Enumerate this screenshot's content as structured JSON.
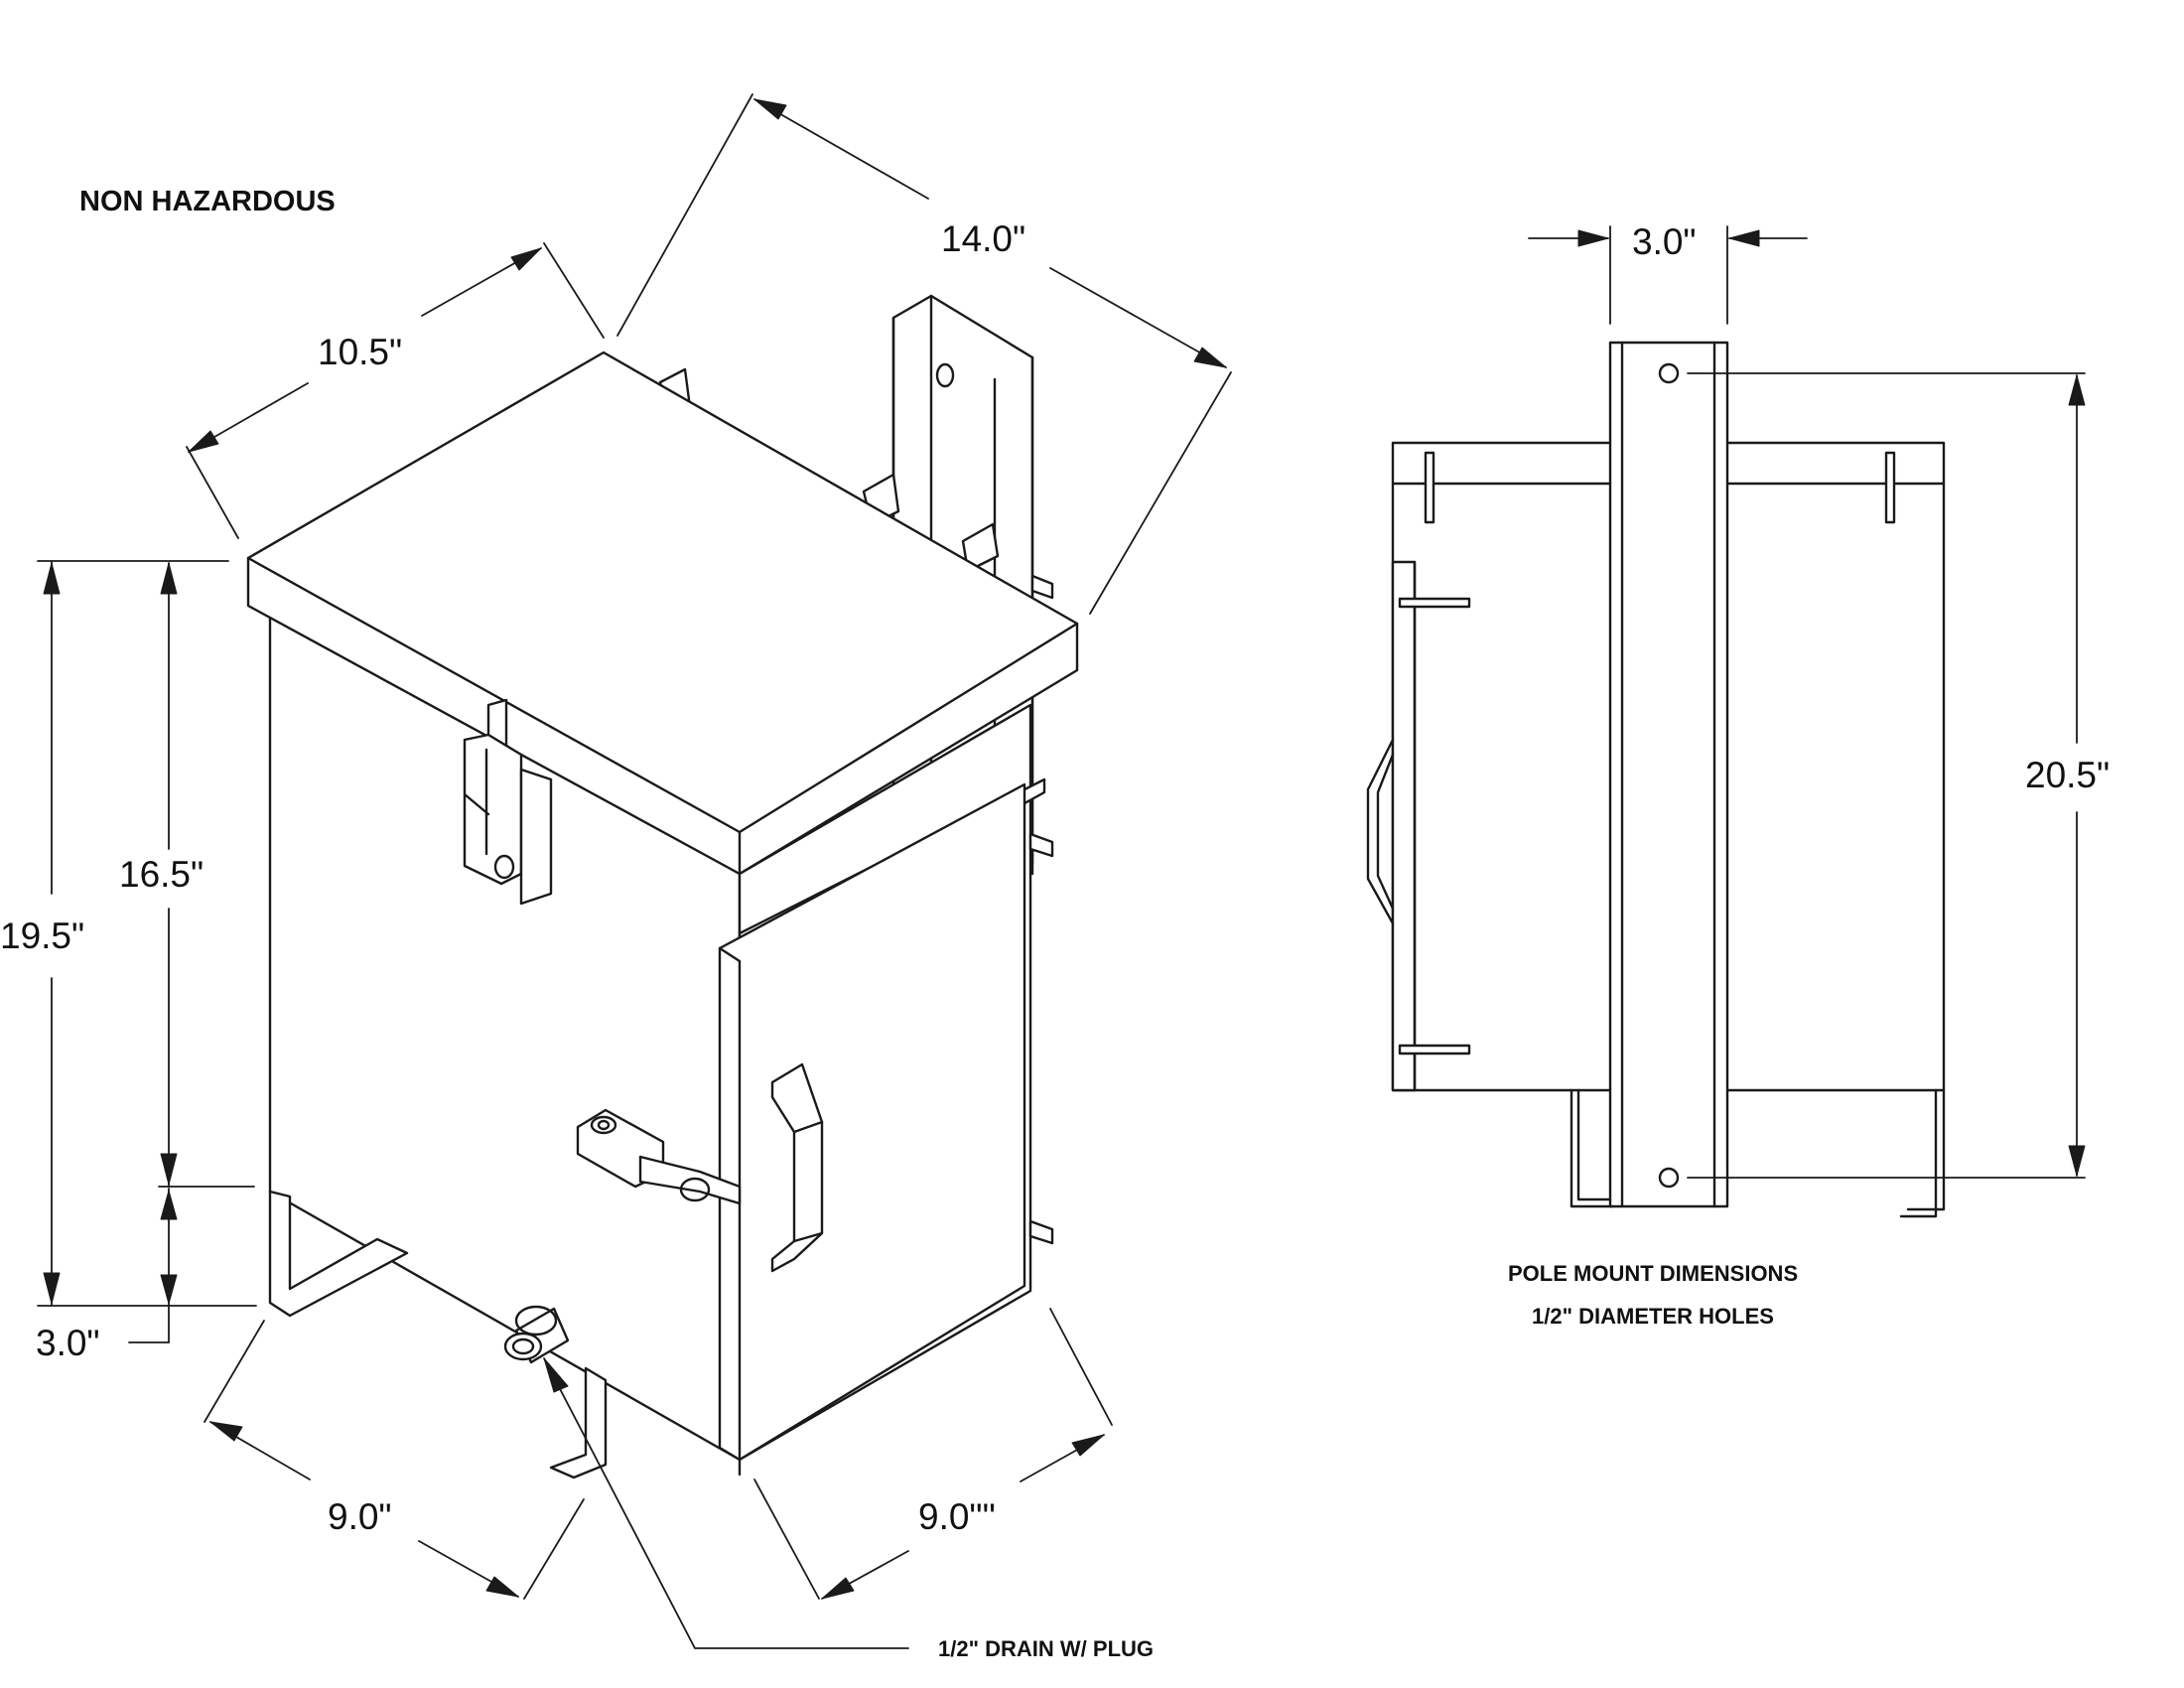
{
  "title": "NON HAZARDOUS",
  "iso_view": {
    "dim_top_width": "10.5\"",
    "dim_top_depth": "14.0\"",
    "dim_overall_height": "19.5\"",
    "dim_body_height": "16.5\"",
    "dim_leg_height": "3.0\"",
    "dim_base_front": "9.0\"",
    "dim_base_side": "9.0\"\"",
    "drain_note": "1/2\" DRAIN W/ PLUG"
  },
  "side_view": {
    "dim_channel_width": "3.0\"",
    "dim_hole_spacing": "20.5\"",
    "note_line1": "POLE MOUNT DIMENSIONS",
    "note_line2": "1/2\" DIAMETER HOLES"
  }
}
